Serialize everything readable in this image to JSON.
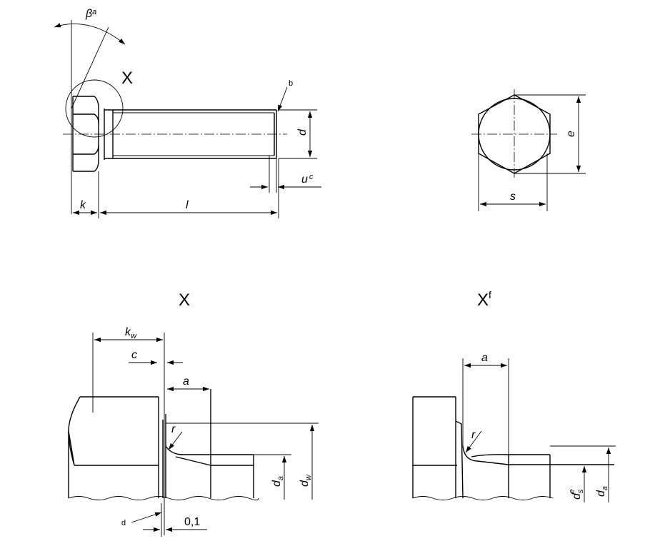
{
  "views": {
    "side": {
      "label_beta": "β",
      "label_beta_sub": "a",
      "label_detail": "X",
      "label_b": "b",
      "label_d": "d",
      "label_u": "u",
      "label_u_sup": "c",
      "label_k": "k",
      "label_l": "l"
    },
    "end": {
      "label_e": "e",
      "label_s": "s"
    },
    "detail_x": {
      "title": "X",
      "label_kw": "k",
      "label_kw_sub": "w",
      "label_c": "c",
      "label_a": "a",
      "label_r": "r",
      "label_da": "d",
      "label_da_sub": "a",
      "label_dw": "d",
      "label_dw_sub": "w",
      "label_d_note": "d",
      "label_01": "0,1"
    },
    "detail_xf": {
      "title": "X",
      "title_sup": "f",
      "label_a": "a",
      "label_r": "r",
      "label_ds": "d",
      "label_ds_sub": "s",
      "label_ds_sup": "e",
      "label_da": "d",
      "label_da_sub": "a"
    }
  }
}
